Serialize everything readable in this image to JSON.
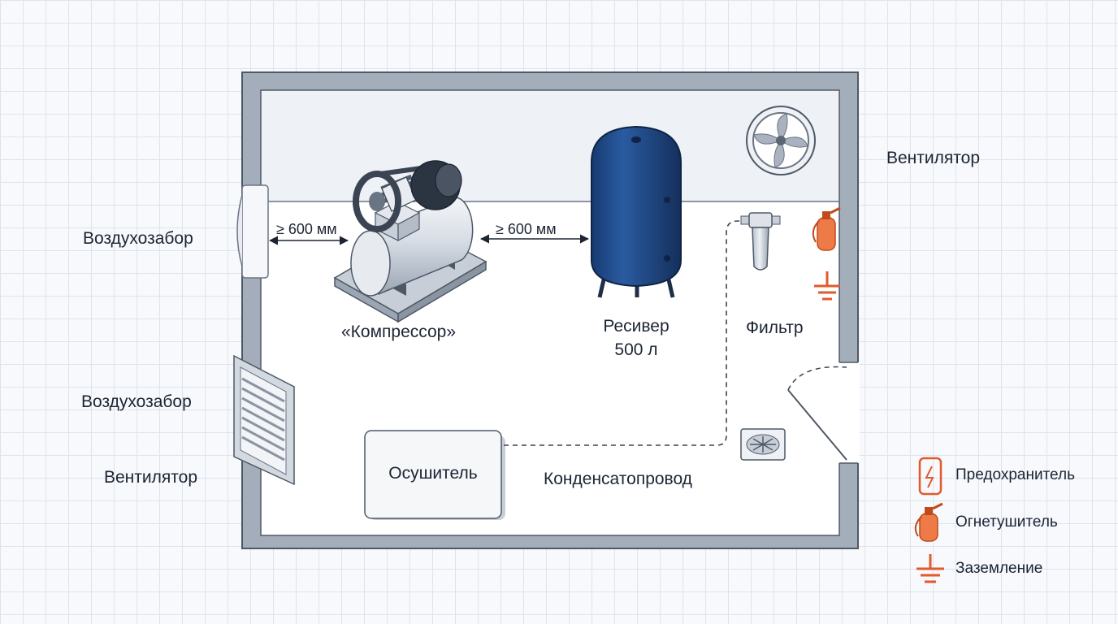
{
  "labels": {
    "intake_top": "Воздухозабор",
    "intake_bottom": "Воздухозабор",
    "fan_right": "Вентилятор",
    "fan_left": "Вентилятор",
    "compressor": "«Компрессор»",
    "receiver": "Ресивер",
    "receiver_volume": "500 л",
    "filter": "Фильтр",
    "dryer": "Осушитель",
    "condensate_line": "Конденсатопровод",
    "clearance_left": "≥ 600 мм",
    "clearance_right": "≥ 600 мм"
  },
  "legend": [
    {
      "label": "Предохранитель",
      "icon": "fuse-icon"
    },
    {
      "label": "Огнетушитель",
      "icon": "extinguisher-icon"
    },
    {
      "label": "Заземление",
      "icon": "ground-icon"
    }
  ],
  "colors": {
    "wall": "#a4aeba",
    "accent": "#e25a2c",
    "receiver": "#1f4a8a",
    "line": "#3b4452",
    "room": "#ffffff",
    "equipment_zone": "#eef1f6"
  }
}
